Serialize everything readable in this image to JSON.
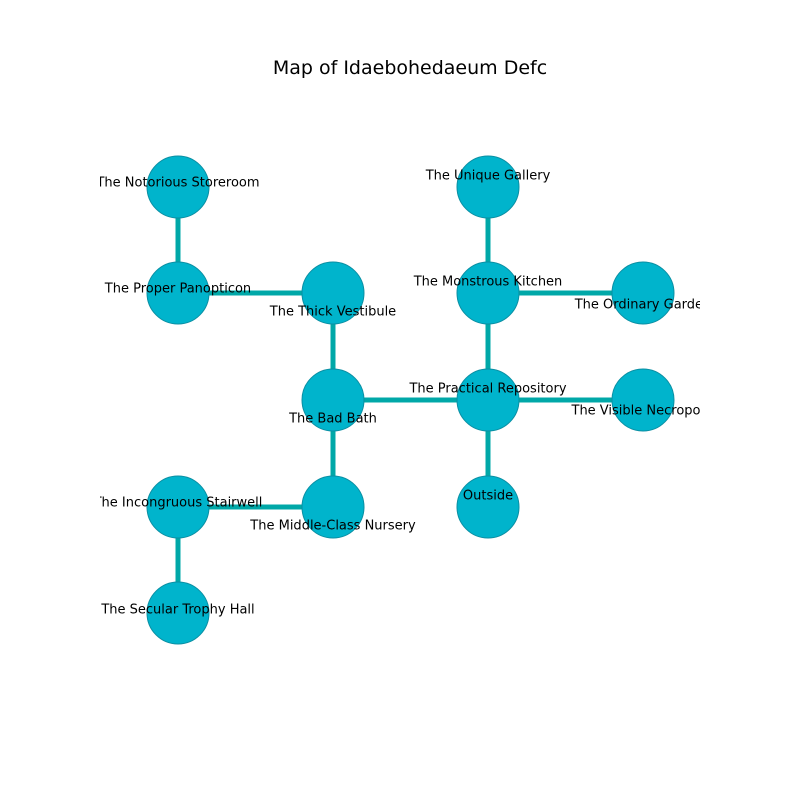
{
  "title": "Map of Idaebohedaeum Defc",
  "colors": {
    "node_fill": "#00b4cc",
    "node_stroke": "#0a8fa3",
    "edge": "#00a8a8",
    "background": "#ffffff"
  },
  "rooms": [
    {
      "id": "notorious_storeroom",
      "label": "The Notorious Storeroom"
    },
    {
      "id": "proper_panopticon",
      "label": "The Proper Panopticon"
    },
    {
      "id": "thick_vestibule",
      "label": "The Thick Vestibule"
    },
    {
      "id": "bad_bath",
      "label": "The Bad Bath"
    },
    {
      "id": "middle_class_nursery",
      "label": "The Middle-Class Nursery"
    },
    {
      "id": "incongruous_stairwell",
      "label": "The Incongruous Stairwell"
    },
    {
      "id": "secular_trophy_hall",
      "label": "The Secular Trophy Hall"
    },
    {
      "id": "unique_gallery",
      "label": "The Unique Gallery"
    },
    {
      "id": "monstrous_kitchen",
      "label": "The Monstrous Kitchen"
    },
    {
      "id": "ordinary_garden",
      "label": "The Ordinary Garden"
    },
    {
      "id": "practical_repository",
      "label": "The Practical Repository"
    },
    {
      "id": "visible_necropolis",
      "label": "The Visible Necropolis"
    },
    {
      "id": "outside",
      "label": "Outside"
    }
  ],
  "connections": [
    [
      "notorious_storeroom",
      "proper_panopticon"
    ],
    [
      "proper_panopticon",
      "thick_vestibule"
    ],
    [
      "thick_vestibule",
      "bad_bath"
    ],
    [
      "bad_bath",
      "middle_class_nursery"
    ],
    [
      "middle_class_nursery",
      "incongruous_stairwell"
    ],
    [
      "incongruous_stairwell",
      "secular_trophy_hall"
    ],
    [
      "bad_bath",
      "practical_repository"
    ],
    [
      "unique_gallery",
      "monstrous_kitchen"
    ],
    [
      "monstrous_kitchen",
      "ordinary_garden"
    ],
    [
      "monstrous_kitchen",
      "practical_repository"
    ],
    [
      "practical_repository",
      "visible_necropolis"
    ],
    [
      "practical_repository",
      "outside"
    ]
  ]
}
